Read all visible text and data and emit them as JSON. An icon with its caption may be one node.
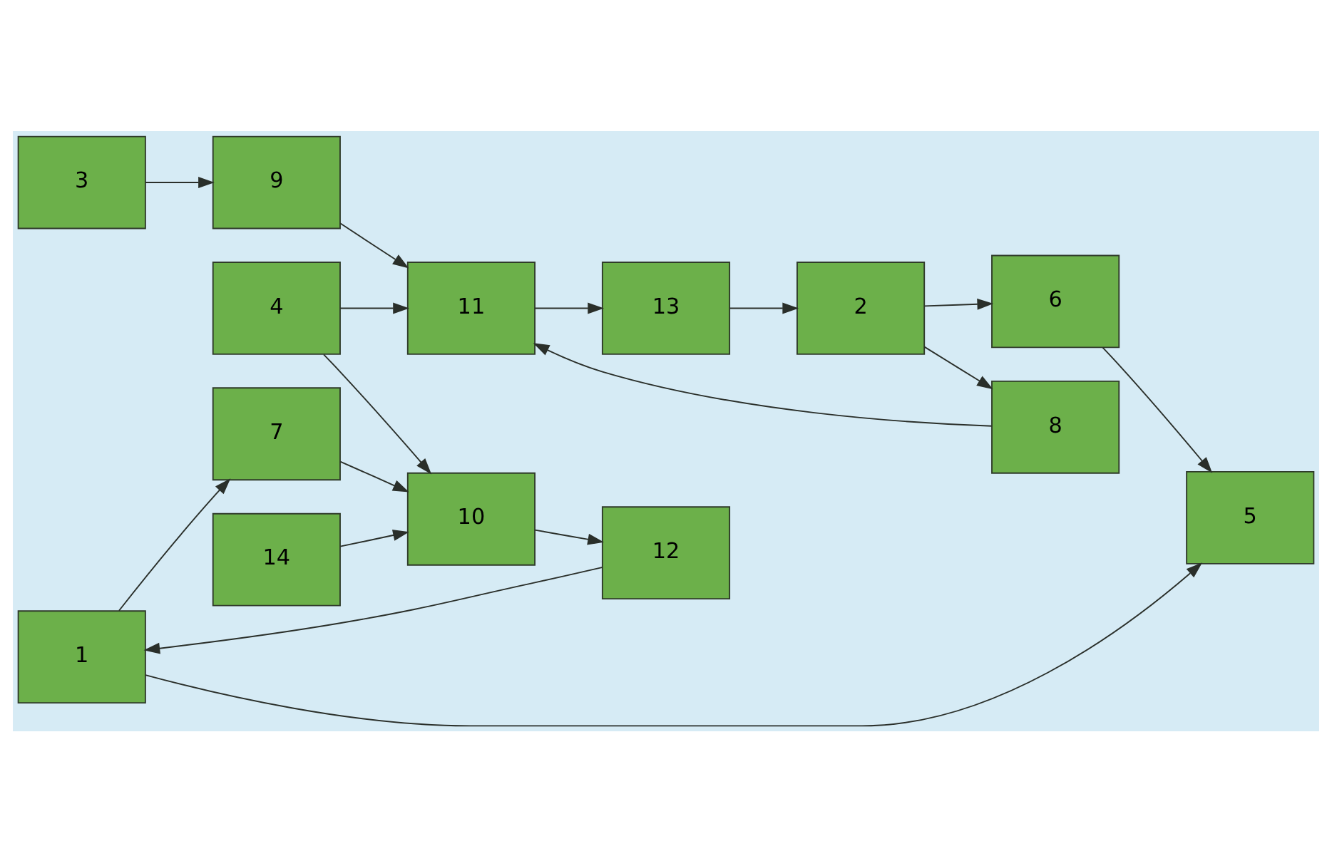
{
  "diagram": {
    "nodes": [
      {
        "text": [
          "5"
        ]
      },
      {
        "text": [
          "1"
        ]
      },
      {
        "text": [
          "7"
        ]
      },
      {
        "text": [
          "10"
        ]
      },
      {
        "text": [
          "12"
        ]
      },
      {
        "text": [
          "14"
        ]
      },
      {
        "text": [
          "6"
        ]
      },
      {
        "text": [
          "2"
        ]
      },
      {
        "text": [
          "8"
        ]
      },
      {
        "text": [
          "11"
        ]
      },
      {
        "text": [
          "13"
        ]
      },
      {
        "text": [
          "3"
        ]
      },
      {
        "text": [
          "9"
        ]
      },
      {
        "text": [
          "4"
        ]
      }
    ],
    "edges": [
      {
        "from": 1,
        "to": 0,
        "arrow": "to"
      },
      {
        "from": 1,
        "to": 2,
        "arrow": "to"
      },
      {
        "from": 2,
        "to": 3,
        "arrow": "to"
      },
      {
        "from": 3,
        "to": 4,
        "arrow": "to"
      },
      {
        "from": 4,
        "to": 1,
        "arrow": "to"
      },
      {
        "from": 5,
        "to": 3,
        "arrow": "to"
      },
      {
        "from": 6,
        "to": 0,
        "arrow": "to"
      },
      {
        "from": 7,
        "to": 6,
        "arrow": "to"
      },
      {
        "from": 7,
        "to": 8,
        "arrow": "to"
      },
      {
        "from": 8,
        "to": 9,
        "arrow": "to"
      },
      {
        "from": 9,
        "to": 10,
        "arrow": "to"
      },
      {
        "from": 10,
        "to": 7,
        "arrow": "to"
      },
      {
        "from": 11,
        "to": 12,
        "arrow": "to"
      },
      {
        "from": 12,
        "to": 9,
        "arrow": "to"
      },
      {
        "from": 13,
        "to": 9,
        "arrow": "to"
      },
      {
        "from": 13,
        "to": 3,
        "arrow": "to"
      }
    ]
  }
}
